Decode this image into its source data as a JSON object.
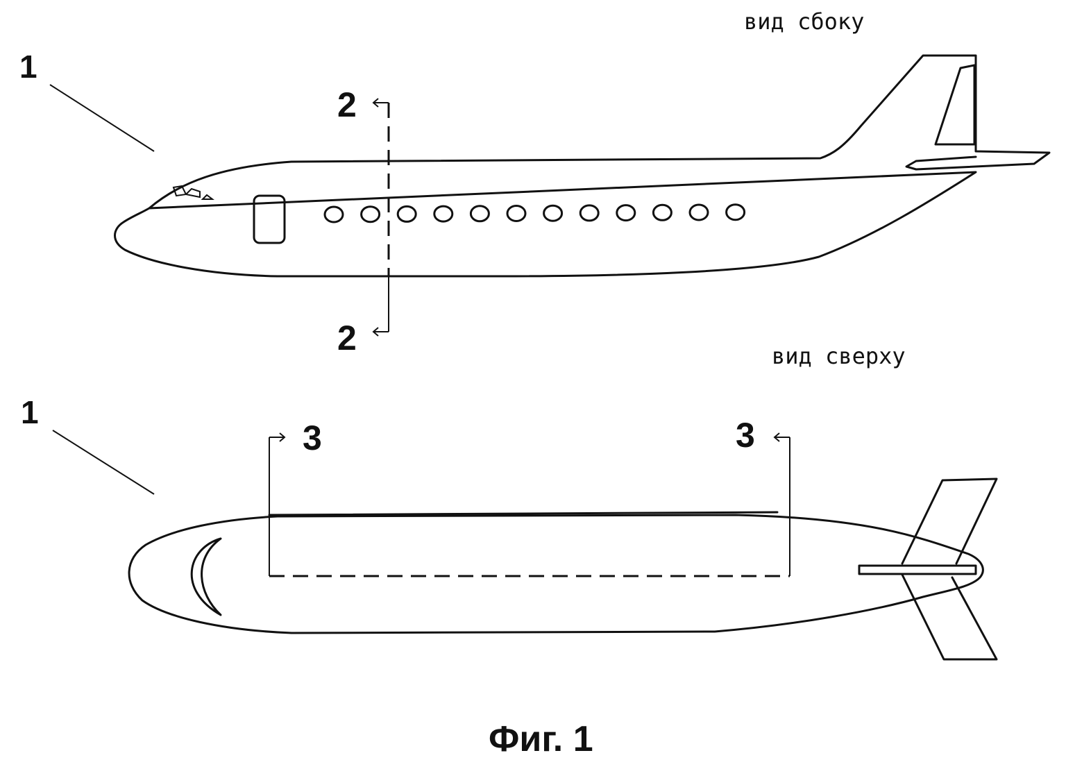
{
  "figure": {
    "side_view": {
      "view_label": "вид сбоку",
      "ref_label": "1",
      "section_top": "2",
      "section_bottom": "2",
      "window_count": 12
    },
    "top_view": {
      "view_label": "вид сверху",
      "ref_label": "1",
      "section_left": "3",
      "section_right": "3"
    },
    "caption": "Фиг. 1"
  }
}
